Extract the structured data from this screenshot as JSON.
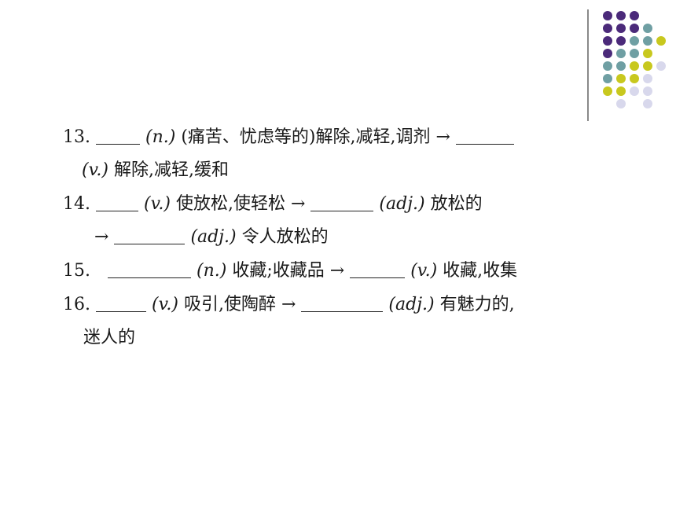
{
  "decoration": {
    "colors": {
      "purple": "#4b2a7a",
      "teal": "#6f9fa3",
      "yellow": "#c8c81e",
      "lavender": "#d8d8ec"
    }
  },
  "items": [
    {
      "number": "13.",
      "pos1": "(n.)",
      "gloss1": "(痛苦、忧虑等的)解除,减轻,调剂",
      "arrow": "→",
      "pos2": "(v.)",
      "gloss2": "解除,减轻,缓和"
    },
    {
      "number": "14.",
      "pos1": "(v.)",
      "gloss1": "使放松,使轻松",
      "arrow": "→",
      "pos2": "(adj.)",
      "gloss2": "放松的",
      "arrow2": "→",
      "pos3": "(adj.)",
      "gloss3": "令人放松的"
    },
    {
      "number": "15.",
      "pos1": "(n.)",
      "gloss1": "收藏;收藏品",
      "arrow": "→",
      "pos2": "(v.)",
      "gloss2": "收藏,收集"
    },
    {
      "number": "16.",
      "pos1": "(v.)",
      "gloss1": "吸引,使陶醉",
      "arrow": "→",
      "pos2": "(adj.)",
      "gloss2": "有魅力的,",
      "gloss2_cont": "迷人的"
    }
  ]
}
